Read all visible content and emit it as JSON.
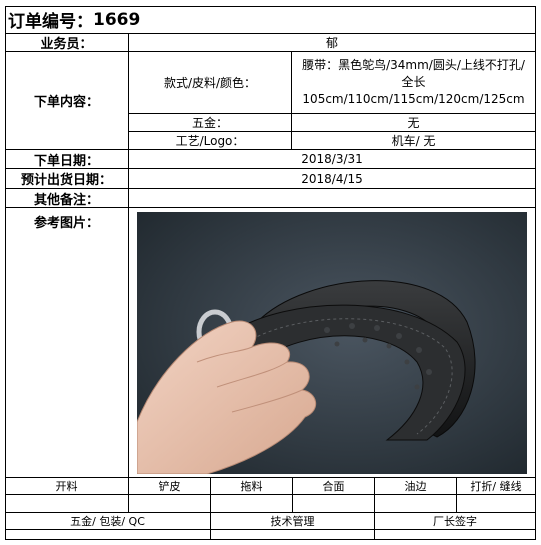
{
  "order": {
    "title_label": "订单编号：",
    "number": "1669"
  },
  "salesperson": {
    "label": "业务员：",
    "value": "郁"
  },
  "order_content": {
    "label": "下单内容：",
    "style_label": "款式/皮料/颜色：",
    "style_line1": "腰带：黑色鸵鸟/34mm/圆头/上线不打孔/",
    "style_line2": "全长",
    "style_line3": "105cm/110cm/115cm/120cm/125cm",
    "hardware_label": "五金：",
    "hardware_value": "无",
    "craft_label": "工艺/Logo：",
    "craft_value": "机车/ 无"
  },
  "order_date": {
    "label": "下单日期：",
    "value": "2018/3/31"
  },
  "ship_date": {
    "label": "预计出货日期：",
    "value": "2018/4/15"
  },
  "remarks": {
    "label": "其他备注：",
    "value": ""
  },
  "reference": {
    "label": "参考图片："
  },
  "process_headers": [
    "开料",
    "铲皮",
    "拖料",
    "合面",
    "油边",
    "打折/ 缝线"
  ],
  "footer": {
    "qc": "五金/ 包装/ QC",
    "tech": "技术管理",
    "factory": "厂长签字"
  }
}
